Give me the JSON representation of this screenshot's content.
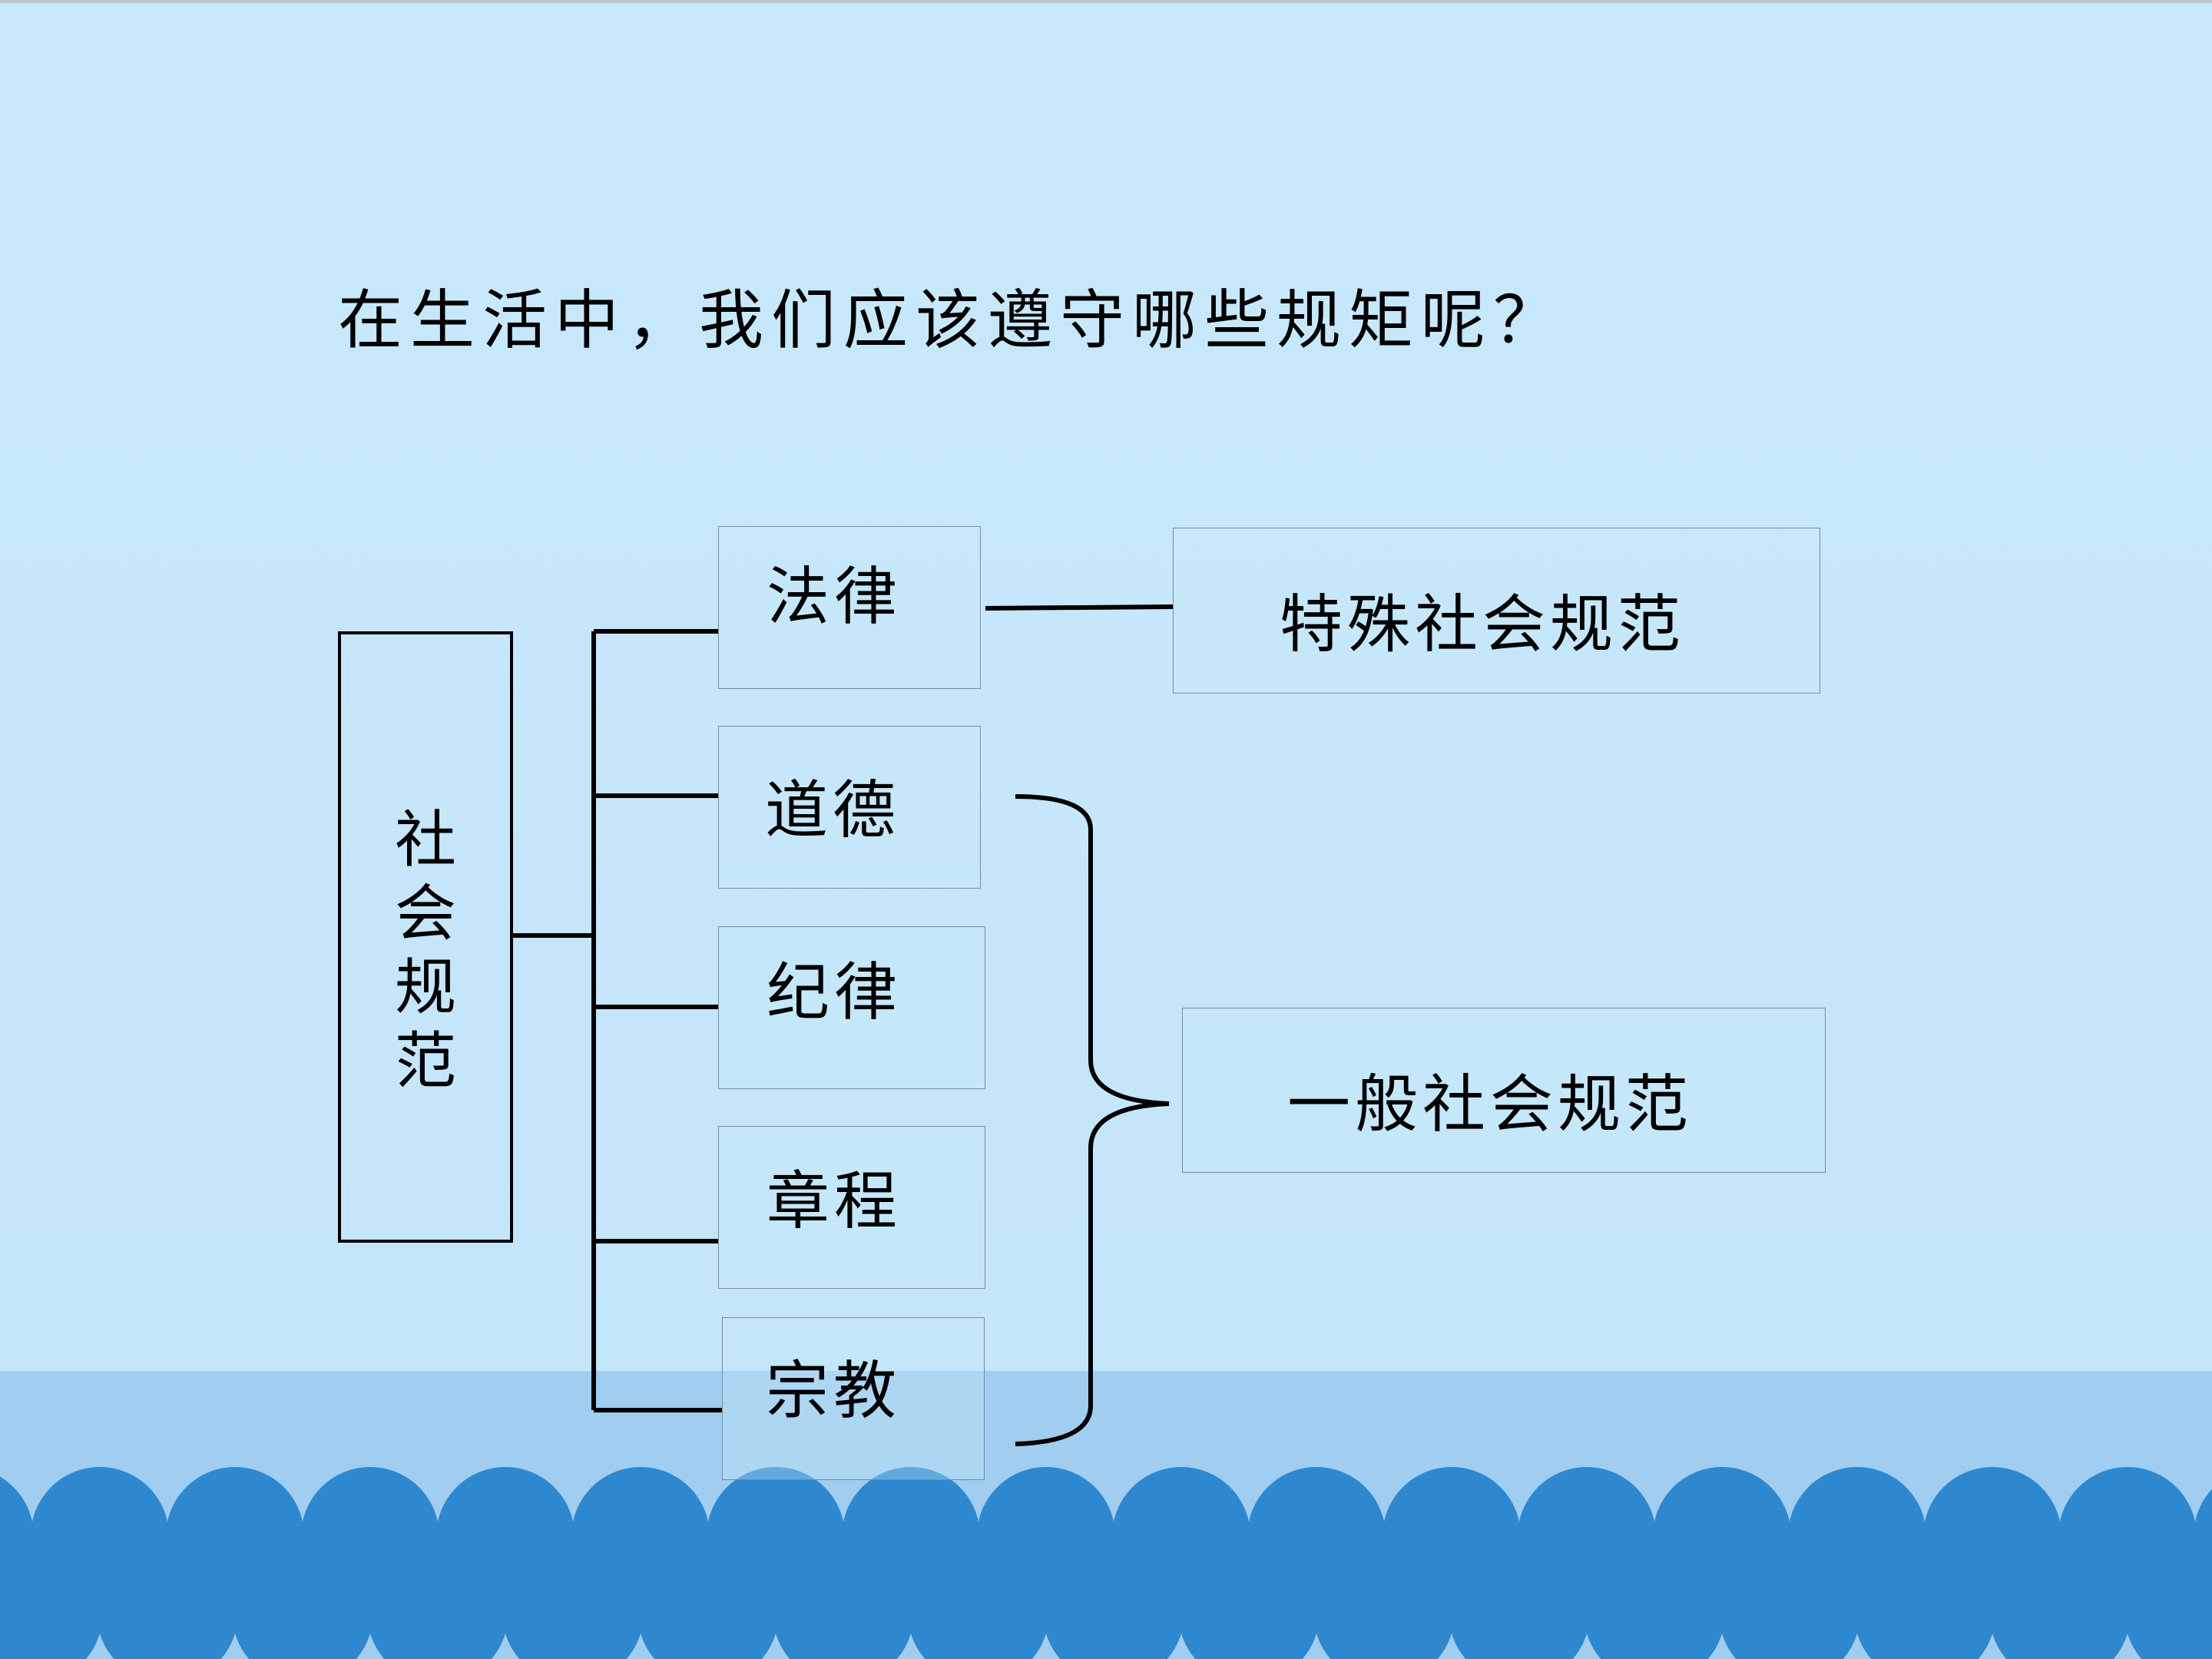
{
  "question": "在生活中，我们应该遵守哪些规矩呢？",
  "root": {
    "label": "社会规范"
  },
  "categories": [
    {
      "label": "法律"
    },
    {
      "label": "道德"
    },
    {
      "label": "纪律"
    },
    {
      "label": "章程"
    },
    {
      "label": "宗教"
    }
  ],
  "groups": {
    "special": {
      "label": "特殊社会规范"
    },
    "general": {
      "label": "一般社会规范"
    }
  },
  "colors": {
    "background": "#c6e7fb",
    "band": "#a0cdf0",
    "wave": "#2e88cf",
    "line": "#000000"
  }
}
